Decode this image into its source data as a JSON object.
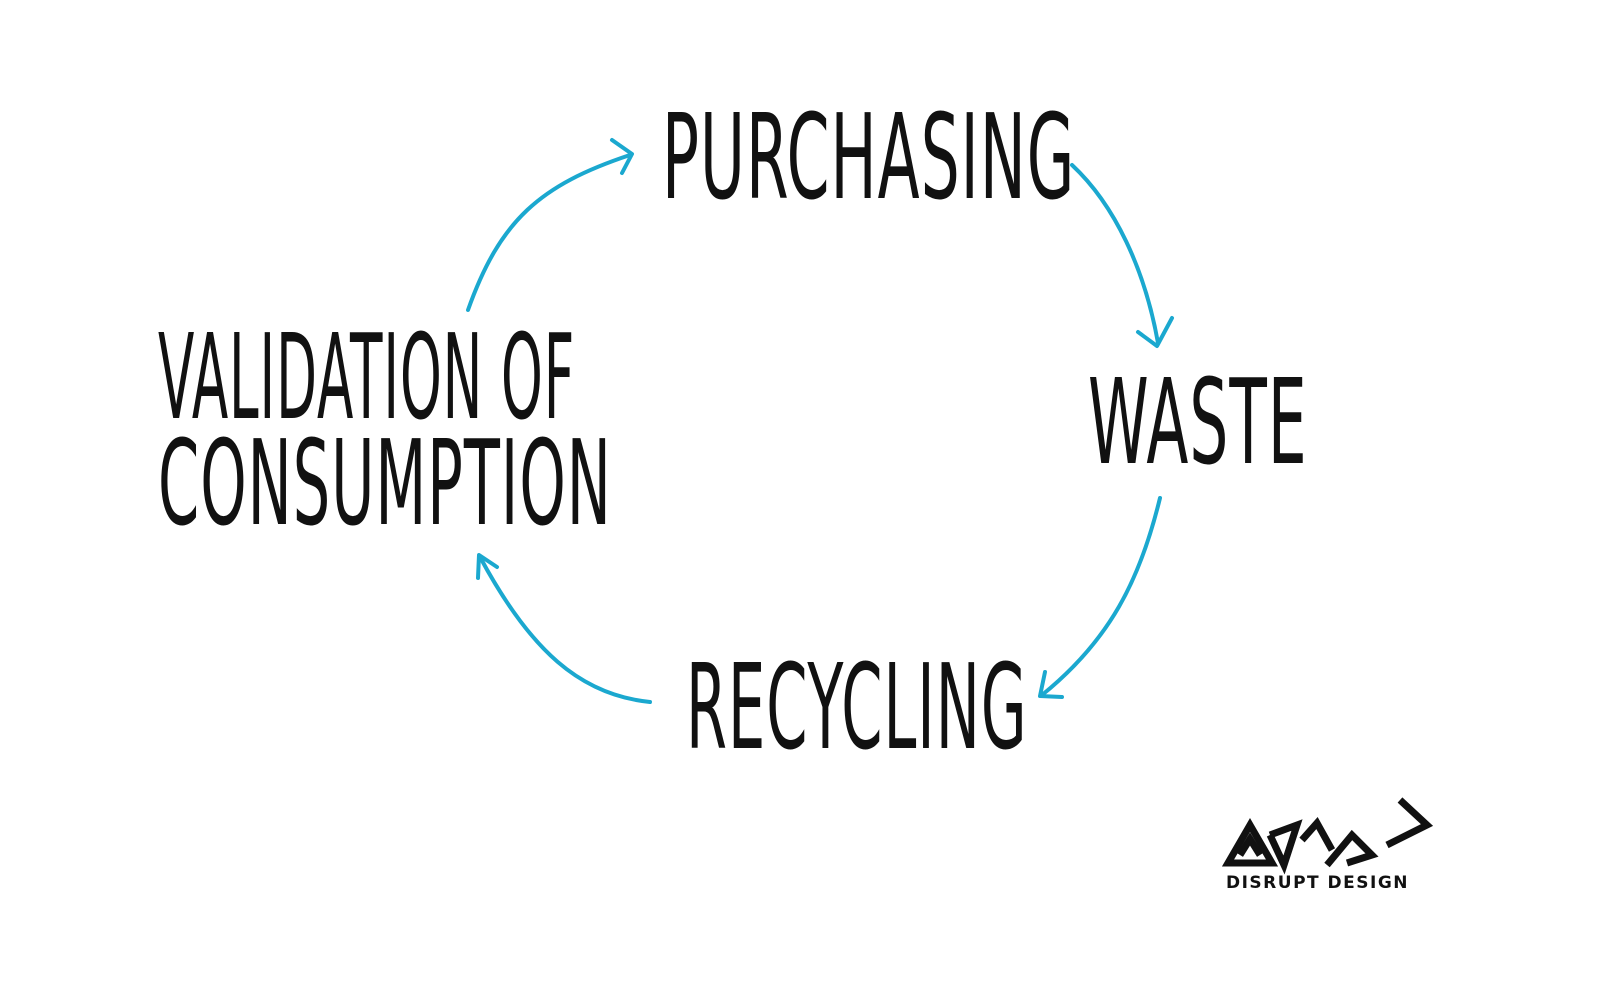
{
  "diagram": {
    "nodes": [
      {
        "id": "purchasing",
        "label": "PURCHASING"
      },
      {
        "id": "waste",
        "label": "WASTE"
      },
      {
        "id": "recycling",
        "label": "RECYCLING"
      },
      {
        "id": "validation",
        "label_line1": "VALIDATION OF",
        "label_line2": "CONSUMPTION"
      }
    ],
    "edges": [
      {
        "from": "validation",
        "to": "purchasing"
      },
      {
        "from": "purchasing",
        "to": "waste"
      },
      {
        "from": "waste",
        "to": "recycling"
      },
      {
        "from": "recycling",
        "to": "validation"
      }
    ],
    "arrow_color": "#1ba8cf"
  },
  "logo": {
    "text": "DISRUPT DESIGN"
  }
}
